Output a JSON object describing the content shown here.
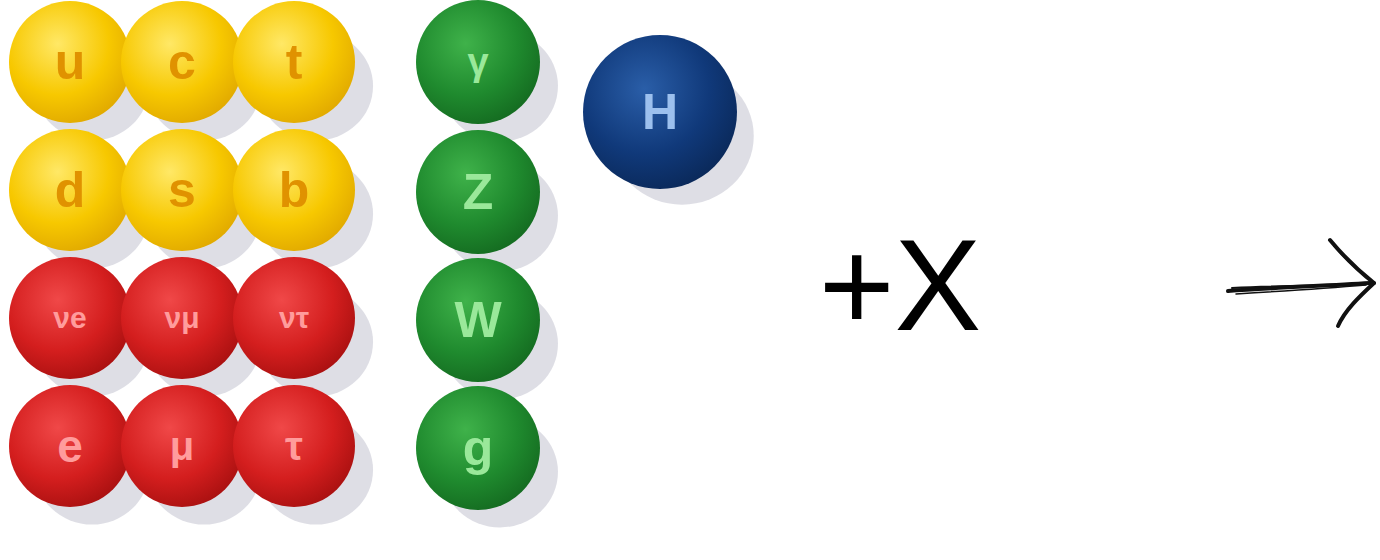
{
  "diagram": {
    "nodes": [
      {
        "text": [
          "u"
        ]
      },
      {
        "text": [
          "c"
        ]
      },
      {
        "text": [
          "t"
        ]
      },
      {
        "text": [
          "γ"
        ]
      },
      {
        "text": [
          "H"
        ]
      },
      {
        "text": [
          "d"
        ]
      },
      {
        "text": [
          "s"
        ]
      },
      {
        "text": [
          "b"
        ]
      },
      {
        "text": [
          "Z"
        ]
      },
      {
        "text": [
          "νe"
        ]
      },
      {
        "text": [
          "νμ"
        ]
      },
      {
        "text": [
          "ντ"
        ]
      },
      {
        "text": [
          "W"
        ]
      },
      {
        "text": [
          "e"
        ]
      },
      {
        "text": [
          "μ"
        ]
      },
      {
        "text": [
          "τ"
        ]
      },
      {
        "text": [
          "g"
        ]
      }
    ],
    "labels": [
      "+X"
    ]
  }
}
